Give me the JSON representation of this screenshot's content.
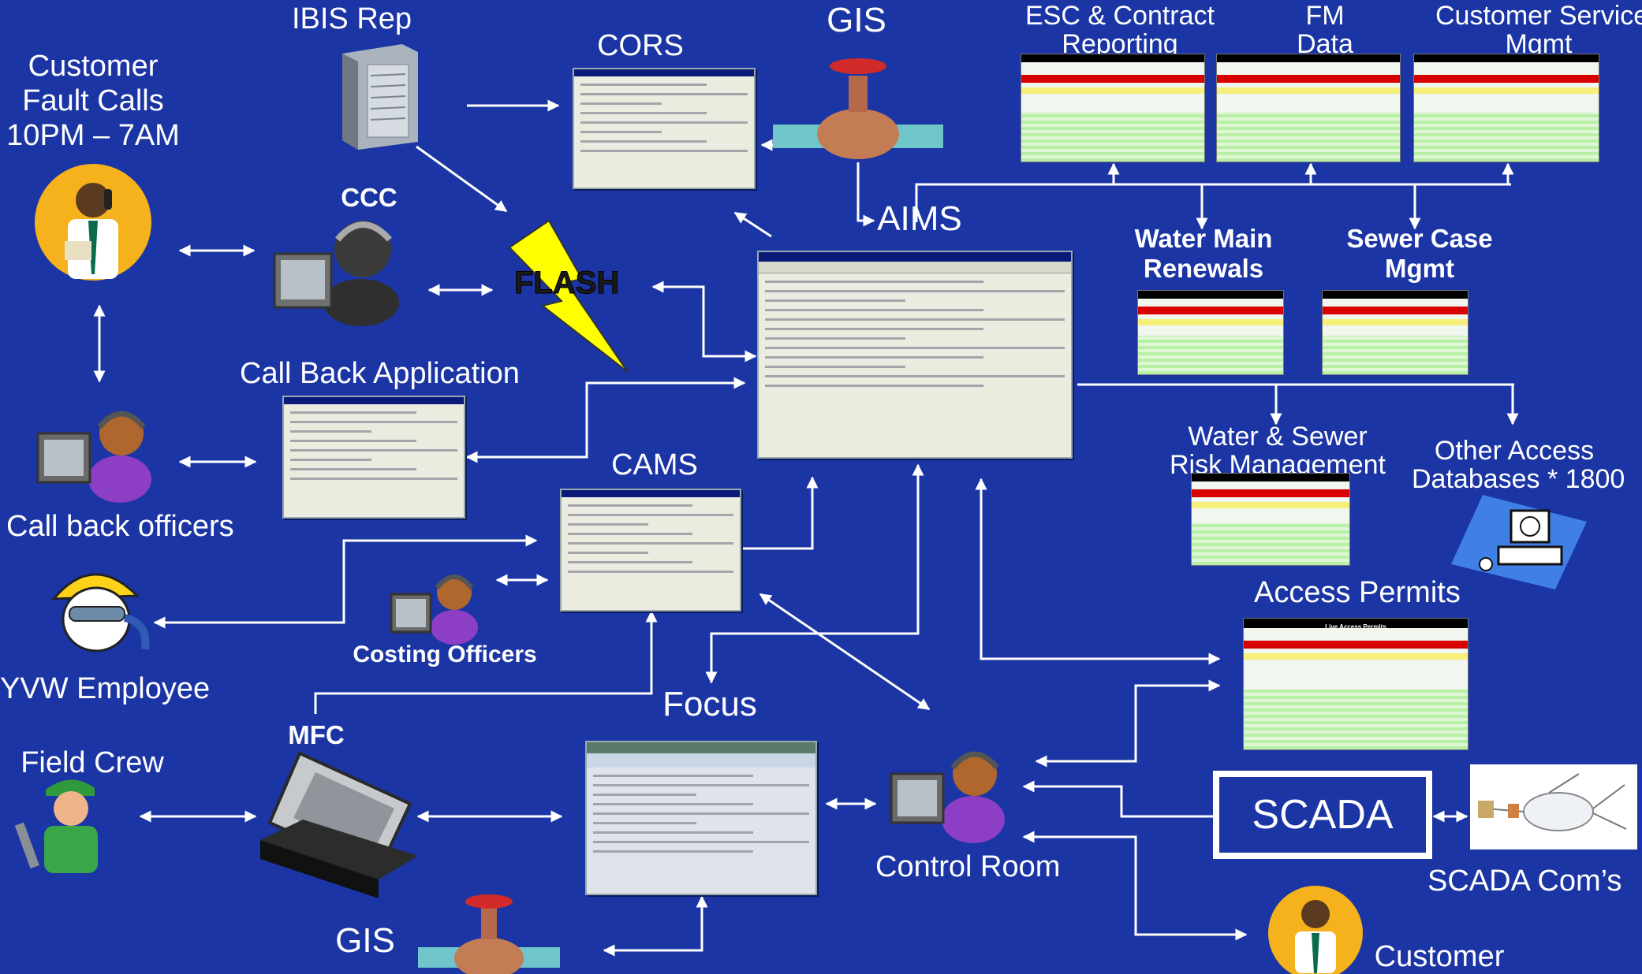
{
  "labels": {
    "customer_fault_calls": [
      "Customer",
      "Fault Calls",
      "10PM – 7AM"
    ],
    "ibis_rep": "IBIS Rep",
    "cors": "CORS",
    "gis_top": "GIS",
    "esc_contract": [
      "ESC & Contract",
      "Reporting"
    ],
    "fm_data": [
      "FM",
      "Data"
    ],
    "customer_service": [
      "Customer Service",
      "Mgmt"
    ],
    "ccc": "CCC",
    "aims": "AIMS",
    "flash": "FLASH",
    "water_main": [
      "Water Main",
      "Renewals"
    ],
    "sewer_case": [
      "Sewer Case",
      "Mgmt"
    ],
    "call_back_app": "Call Back Application",
    "cams": "CAMS",
    "water_sewer_risk": [
      "Water & Sewer",
      "Risk Management"
    ],
    "other_access": [
      "Other Access",
      "Databases * 1800"
    ],
    "call_back_officers": "Call back officers",
    "access_permits": "Access Permits",
    "costing_officers": "Costing Officers",
    "yvw_employee": "YVW Employee",
    "focus": "Focus",
    "mfc": "MFC",
    "field_crew": "Field Crew",
    "scada": "SCADA",
    "control_room": "Control Room",
    "scada_coms": "SCADA Com’s",
    "gis_bottom": "GIS",
    "customer_bottom": "Customer"
  },
  "report_title": "Live Access Permits",
  "colors": {
    "background": "#1b35a4",
    "connector": "#ffffff",
    "flash": "#ffff00",
    "report_header": "#d80000",
    "report_rows": "#b9f0a8"
  },
  "icons": [
    "customer-phone-icon",
    "server-icon",
    "gis-valve-icon",
    "ccc-operator-icon",
    "flash-lightning-icon",
    "call-back-officer-icon",
    "construction-worker-icon",
    "costing-officer-icon",
    "laptop-icon",
    "field-crew-icon",
    "control-room-operator-icon",
    "network-diagram-icon",
    "computer-database-icon"
  ]
}
